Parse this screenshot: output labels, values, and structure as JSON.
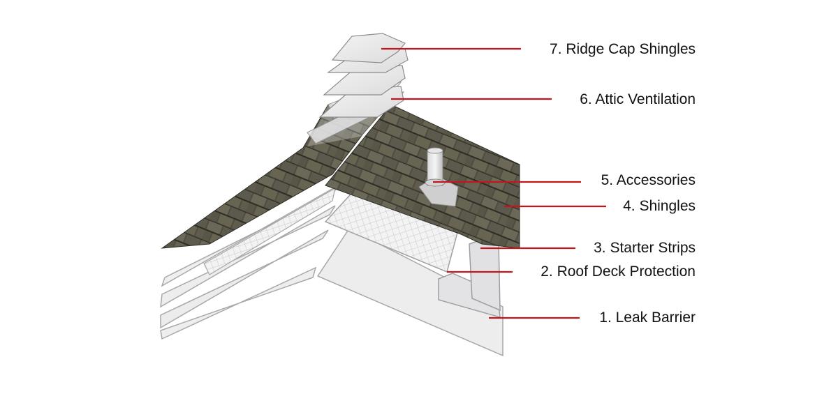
{
  "colors": {
    "leader_line": "#c3161c",
    "shingle_dark": "#4b4b3f",
    "shingle_light": "#6f6c5c",
    "membrane": "#e9eaec",
    "outline": "#9a9a9a"
  },
  "layers": [
    {
      "id": "ridge-cap-shingles",
      "label": "7. Ridge Cap Shingles"
    },
    {
      "id": "attic-ventilation",
      "label": "6. Attic Ventilation"
    },
    {
      "id": "accessories",
      "label": "5. Accessories"
    },
    {
      "id": "shingles",
      "label": "4. Shingles"
    },
    {
      "id": "starter-strips",
      "label": "3. Starter Strips"
    },
    {
      "id": "roof-deck-protection",
      "label": "2. Roof Deck Protection"
    },
    {
      "id": "leak-barrier",
      "label": "1. Leak Barrier"
    }
  ]
}
